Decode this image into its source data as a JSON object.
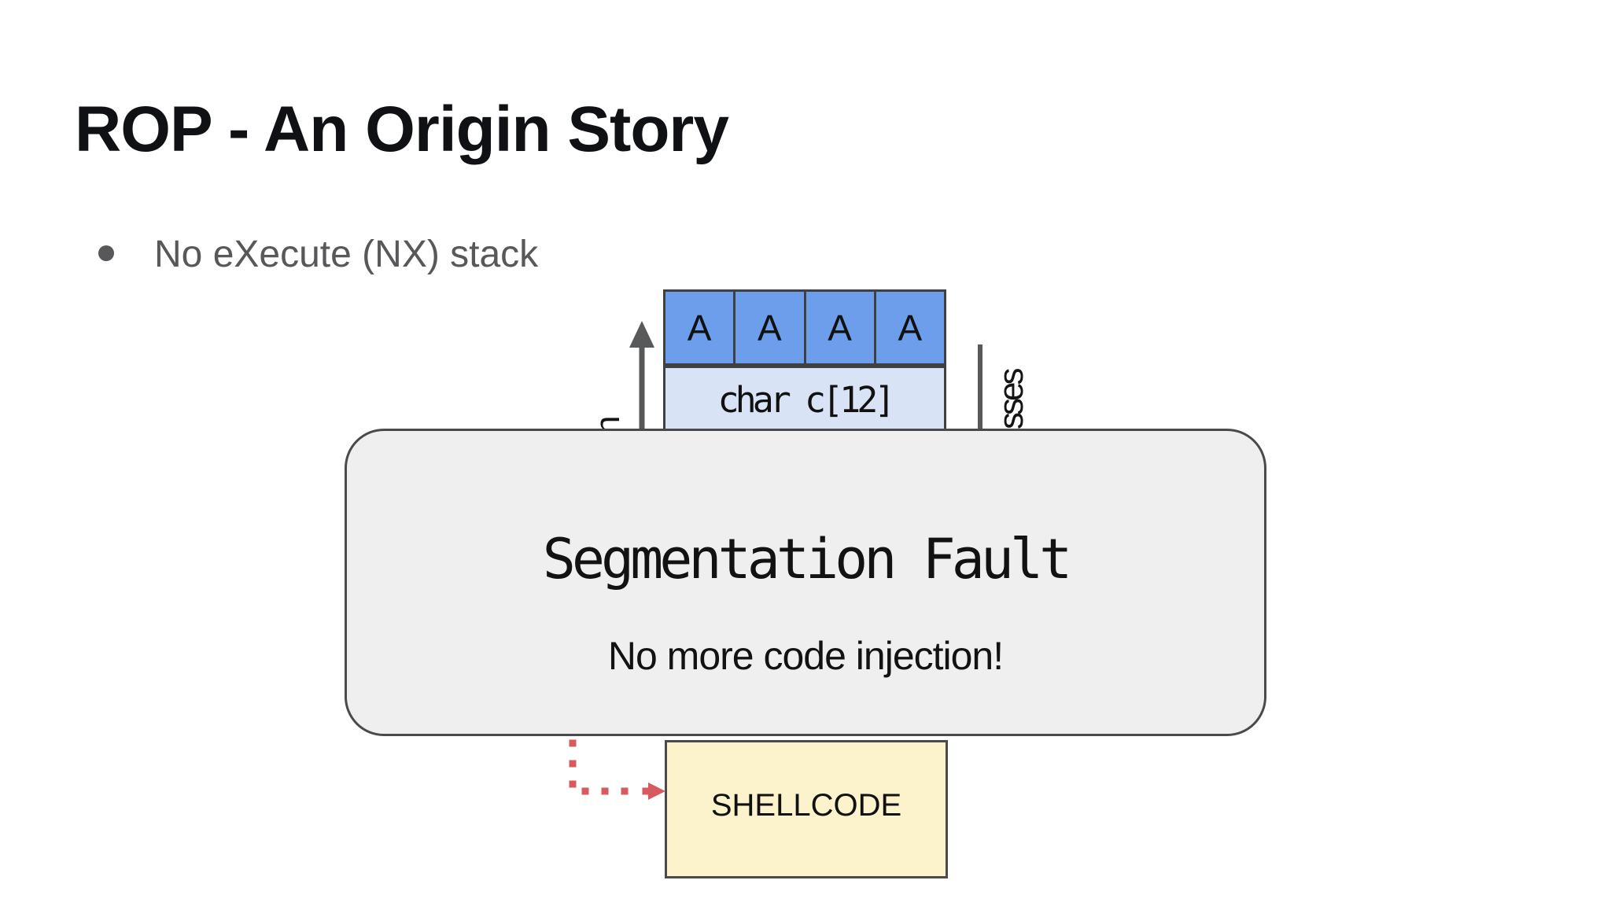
{
  "slide": {
    "title": "ROP - An Origin Story",
    "bullet": "No eXecute (NX) stack"
  },
  "diagram": {
    "overflow_cells": [
      "A",
      "A",
      "A",
      "A"
    ],
    "buffer_label": "char c[12]",
    "left_label_visible_fragment": "n",
    "right_label_visible_fragment": "sses",
    "callout": {
      "title": "Segmentation Fault",
      "subtitle": "No more code injection!"
    },
    "shellcode_label": "SHELLCODE",
    "colors": {
      "cell_blue": "#6d9eeb",
      "buffer_light_blue": "#d8e4f6",
      "callout_gray": "#efeff0",
      "shellcode_yellow": "#fcf2cb",
      "arrow_red": "#d65a5e",
      "axis_gray": "#58595b"
    }
  }
}
